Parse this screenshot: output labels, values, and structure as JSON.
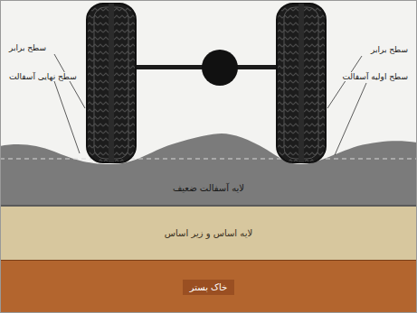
{
  "diagram": {
    "nodes": [
      {
        "text": [
          "لایه آسفالت ضعیف"
        ]
      },
      {
        "text": [
          "لایه اساس و زیر اساس"
        ]
      },
      {
        "text": [
          "خاک بستر"
        ]
      }
    ],
    "labels": [
      "سطح برابر",
      "سطح نهایی آسفالت",
      "سطح برابر",
      "سطح اولیه آسفالت"
    ]
  }
}
